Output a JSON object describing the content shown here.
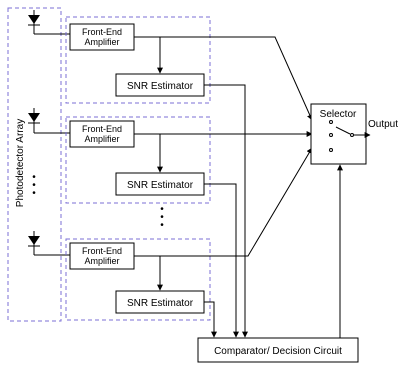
{
  "diagram": {
    "photodetector_label": "Photodetector Array",
    "amplifier_label_line1": "Front-End",
    "amplifier_label_line2": "Amplifier",
    "snr_label": "SNR Estimator",
    "selector_label": "Selector",
    "output_label": "Output",
    "comparator_label": "Comparator/ Decision Circuit",
    "ellipsis_glyph": "•"
  },
  "colors": {
    "dashed_boundary": "#7b6fd6",
    "lines": "#000000"
  }
}
